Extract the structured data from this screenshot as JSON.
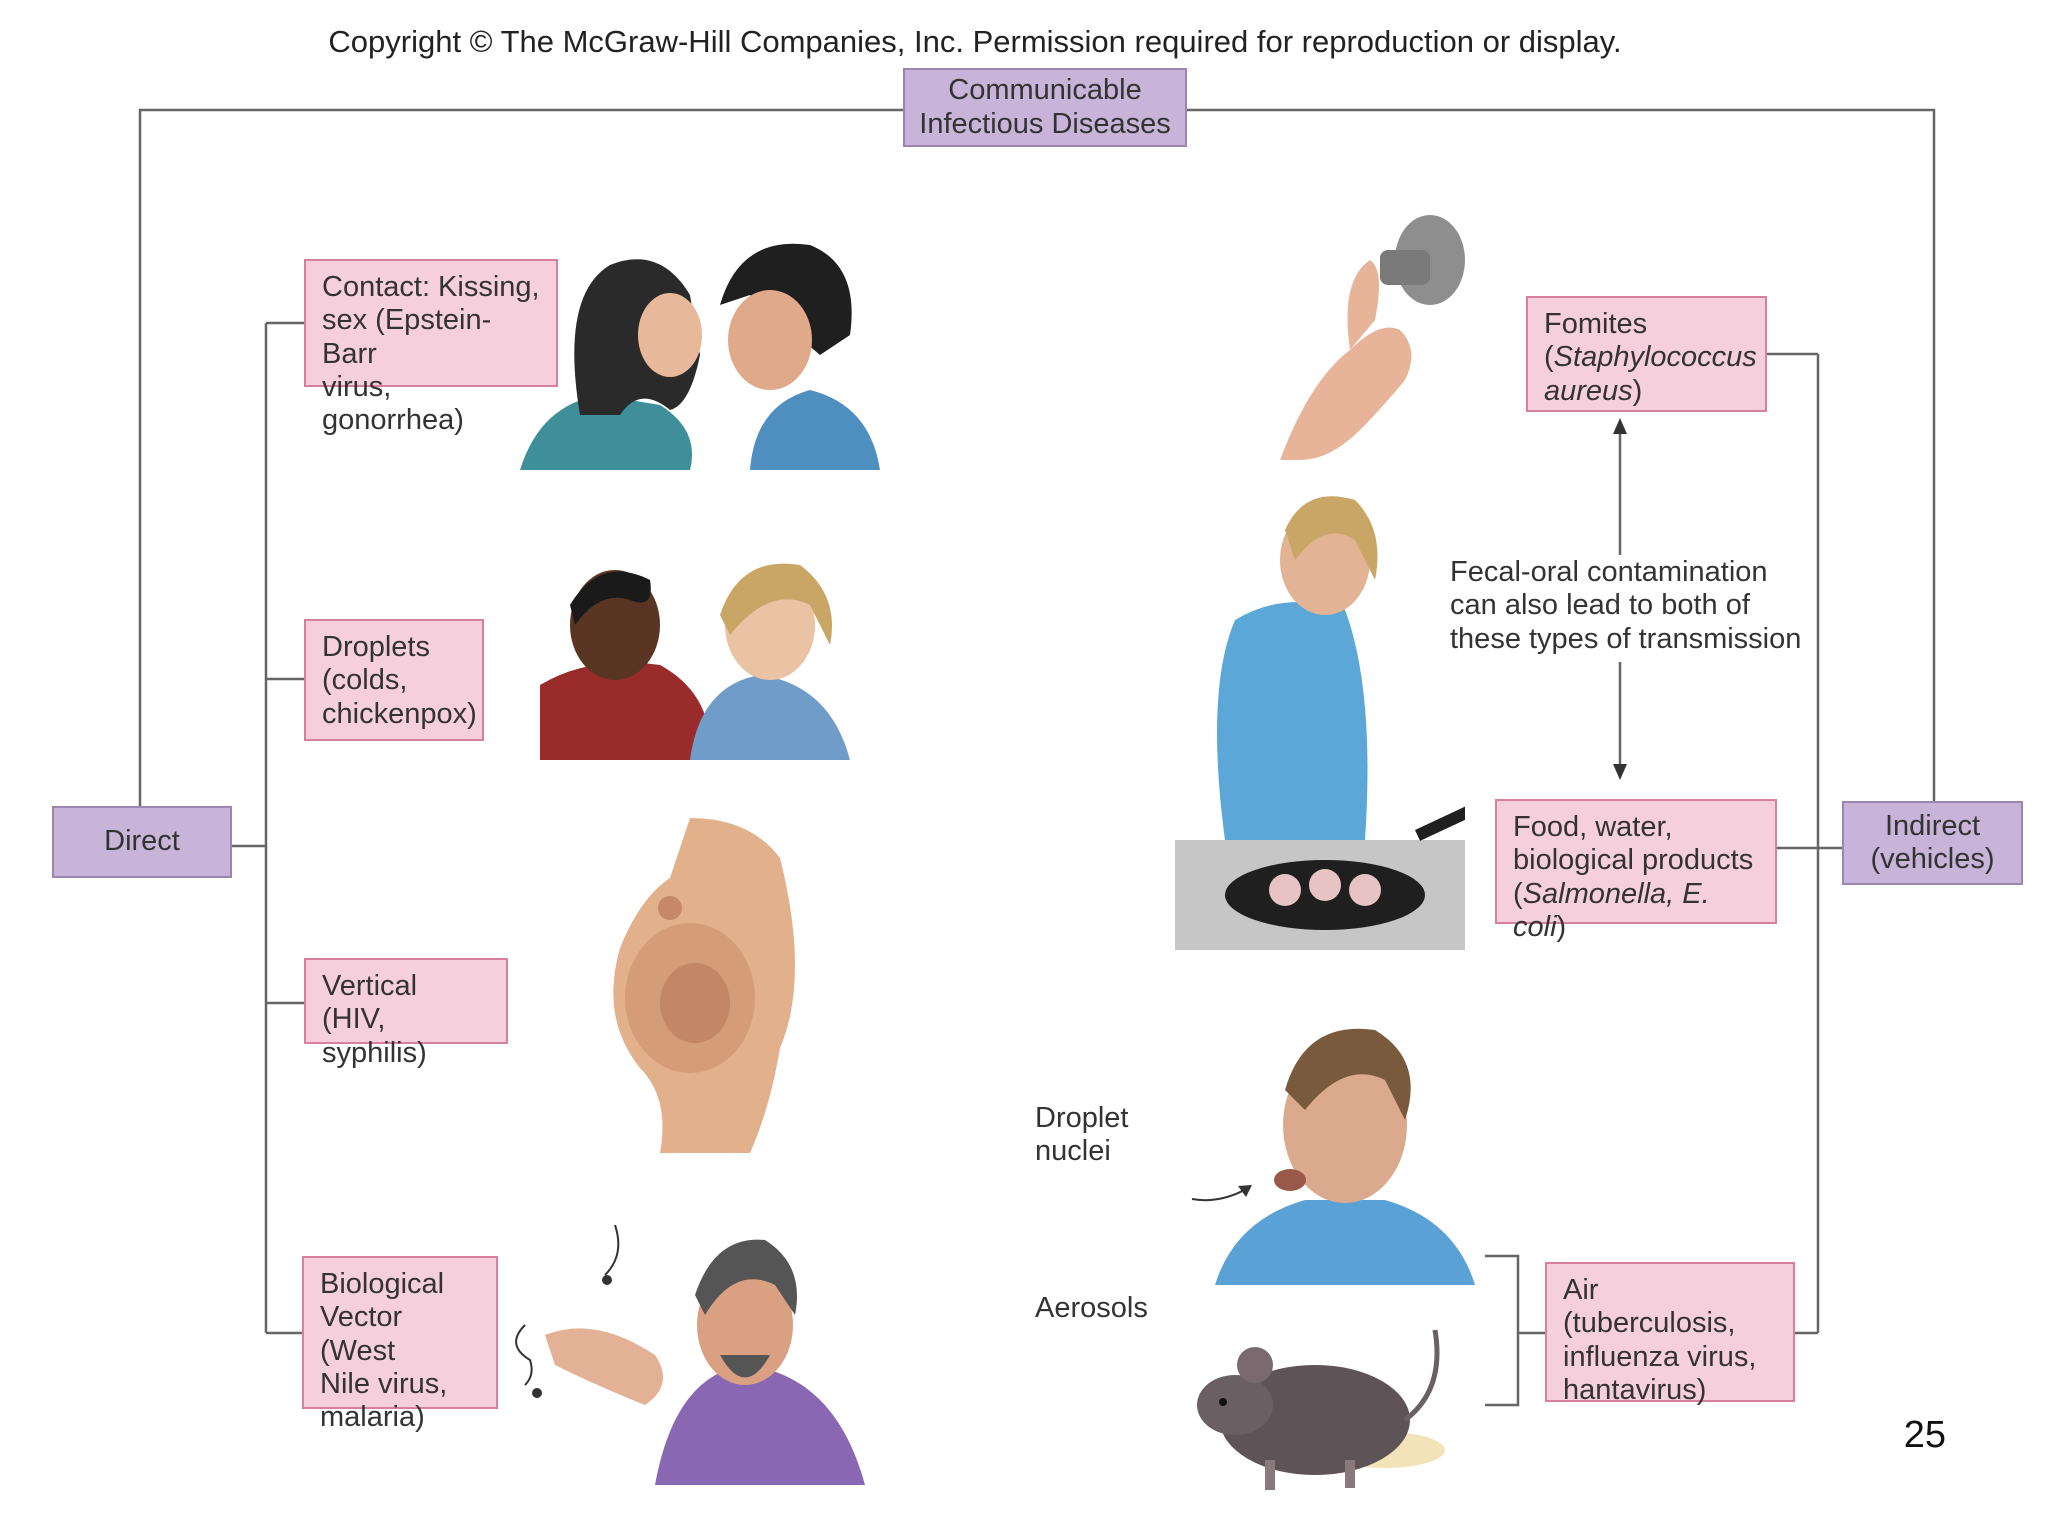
{
  "copyright": "Copyright © The McGraw-Hill Companies, Inc. Permission required for reproduction or display.",
  "root": {
    "line1": "Communicable",
    "line2": "Infectious Diseases"
  },
  "direct": {
    "label": "Direct"
  },
  "indirect": {
    "line1": "Indirect",
    "line2": "(vehicles)"
  },
  "direct_items": {
    "contact": [
      "Contact: Kissing,",
      "sex (Epstein-Barr",
      "virus, gonorrhea)"
    ],
    "droplets": [
      "Droplets",
      "(colds,",
      "chickenpox)"
    ],
    "vertical": [
      "Vertical",
      "(HIV, syphilis)"
    ],
    "vector": [
      "Biological",
      "Vector (West",
      "Nile virus,",
      "malaria)"
    ]
  },
  "indirect_items": {
    "fomites": {
      "line1": "Fomites",
      "line2_pre": "(",
      "line2_italic": "Staphylococcus",
      "line3_italic": "aureus",
      "line3_post": ")"
    },
    "food": {
      "line1": "Food, water,",
      "line2": "biological products",
      "line3_pre": "(",
      "line3_italic1": "Salmonella, E. coli",
      "line3_post": ")"
    },
    "air": [
      "Air (tuberculosis,",
      "influenza virus,",
      "hantavirus)"
    ]
  },
  "fecal_note": [
    "Fecal-oral contamination",
    "can also lead to both of",
    "these types of transmission"
  ],
  "droplet_nuclei": [
    "Droplet",
    "nuclei"
  ],
  "aerosols": "Aerosols",
  "page_number": "25",
  "colors": {
    "purple_fill": "#c8b4d8",
    "purple_border": "#9a86b0",
    "pink_fill": "#f6cfdc",
    "pink_border": "#d77f9b",
    "line": "#666666"
  }
}
